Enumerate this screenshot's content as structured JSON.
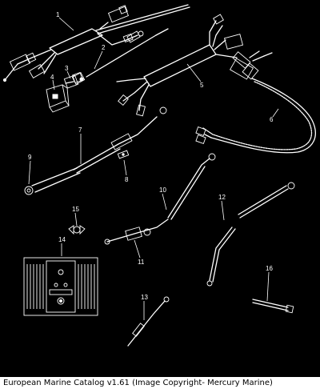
{
  "caption": "European Marine Catalog v1.61 (Image Copyright- Mercury Marine)",
  "callouts": [
    "1",
    "2",
    "3",
    "4",
    "5",
    "6",
    "7",
    "8",
    "9",
    "10",
    "11",
    "12",
    "13",
    "14",
    "15",
    "16"
  ],
  "colors": {
    "background": "#000000",
    "line": "#ffffff",
    "caption_bg": "#ffffff",
    "caption_text": "#000000"
  }
}
